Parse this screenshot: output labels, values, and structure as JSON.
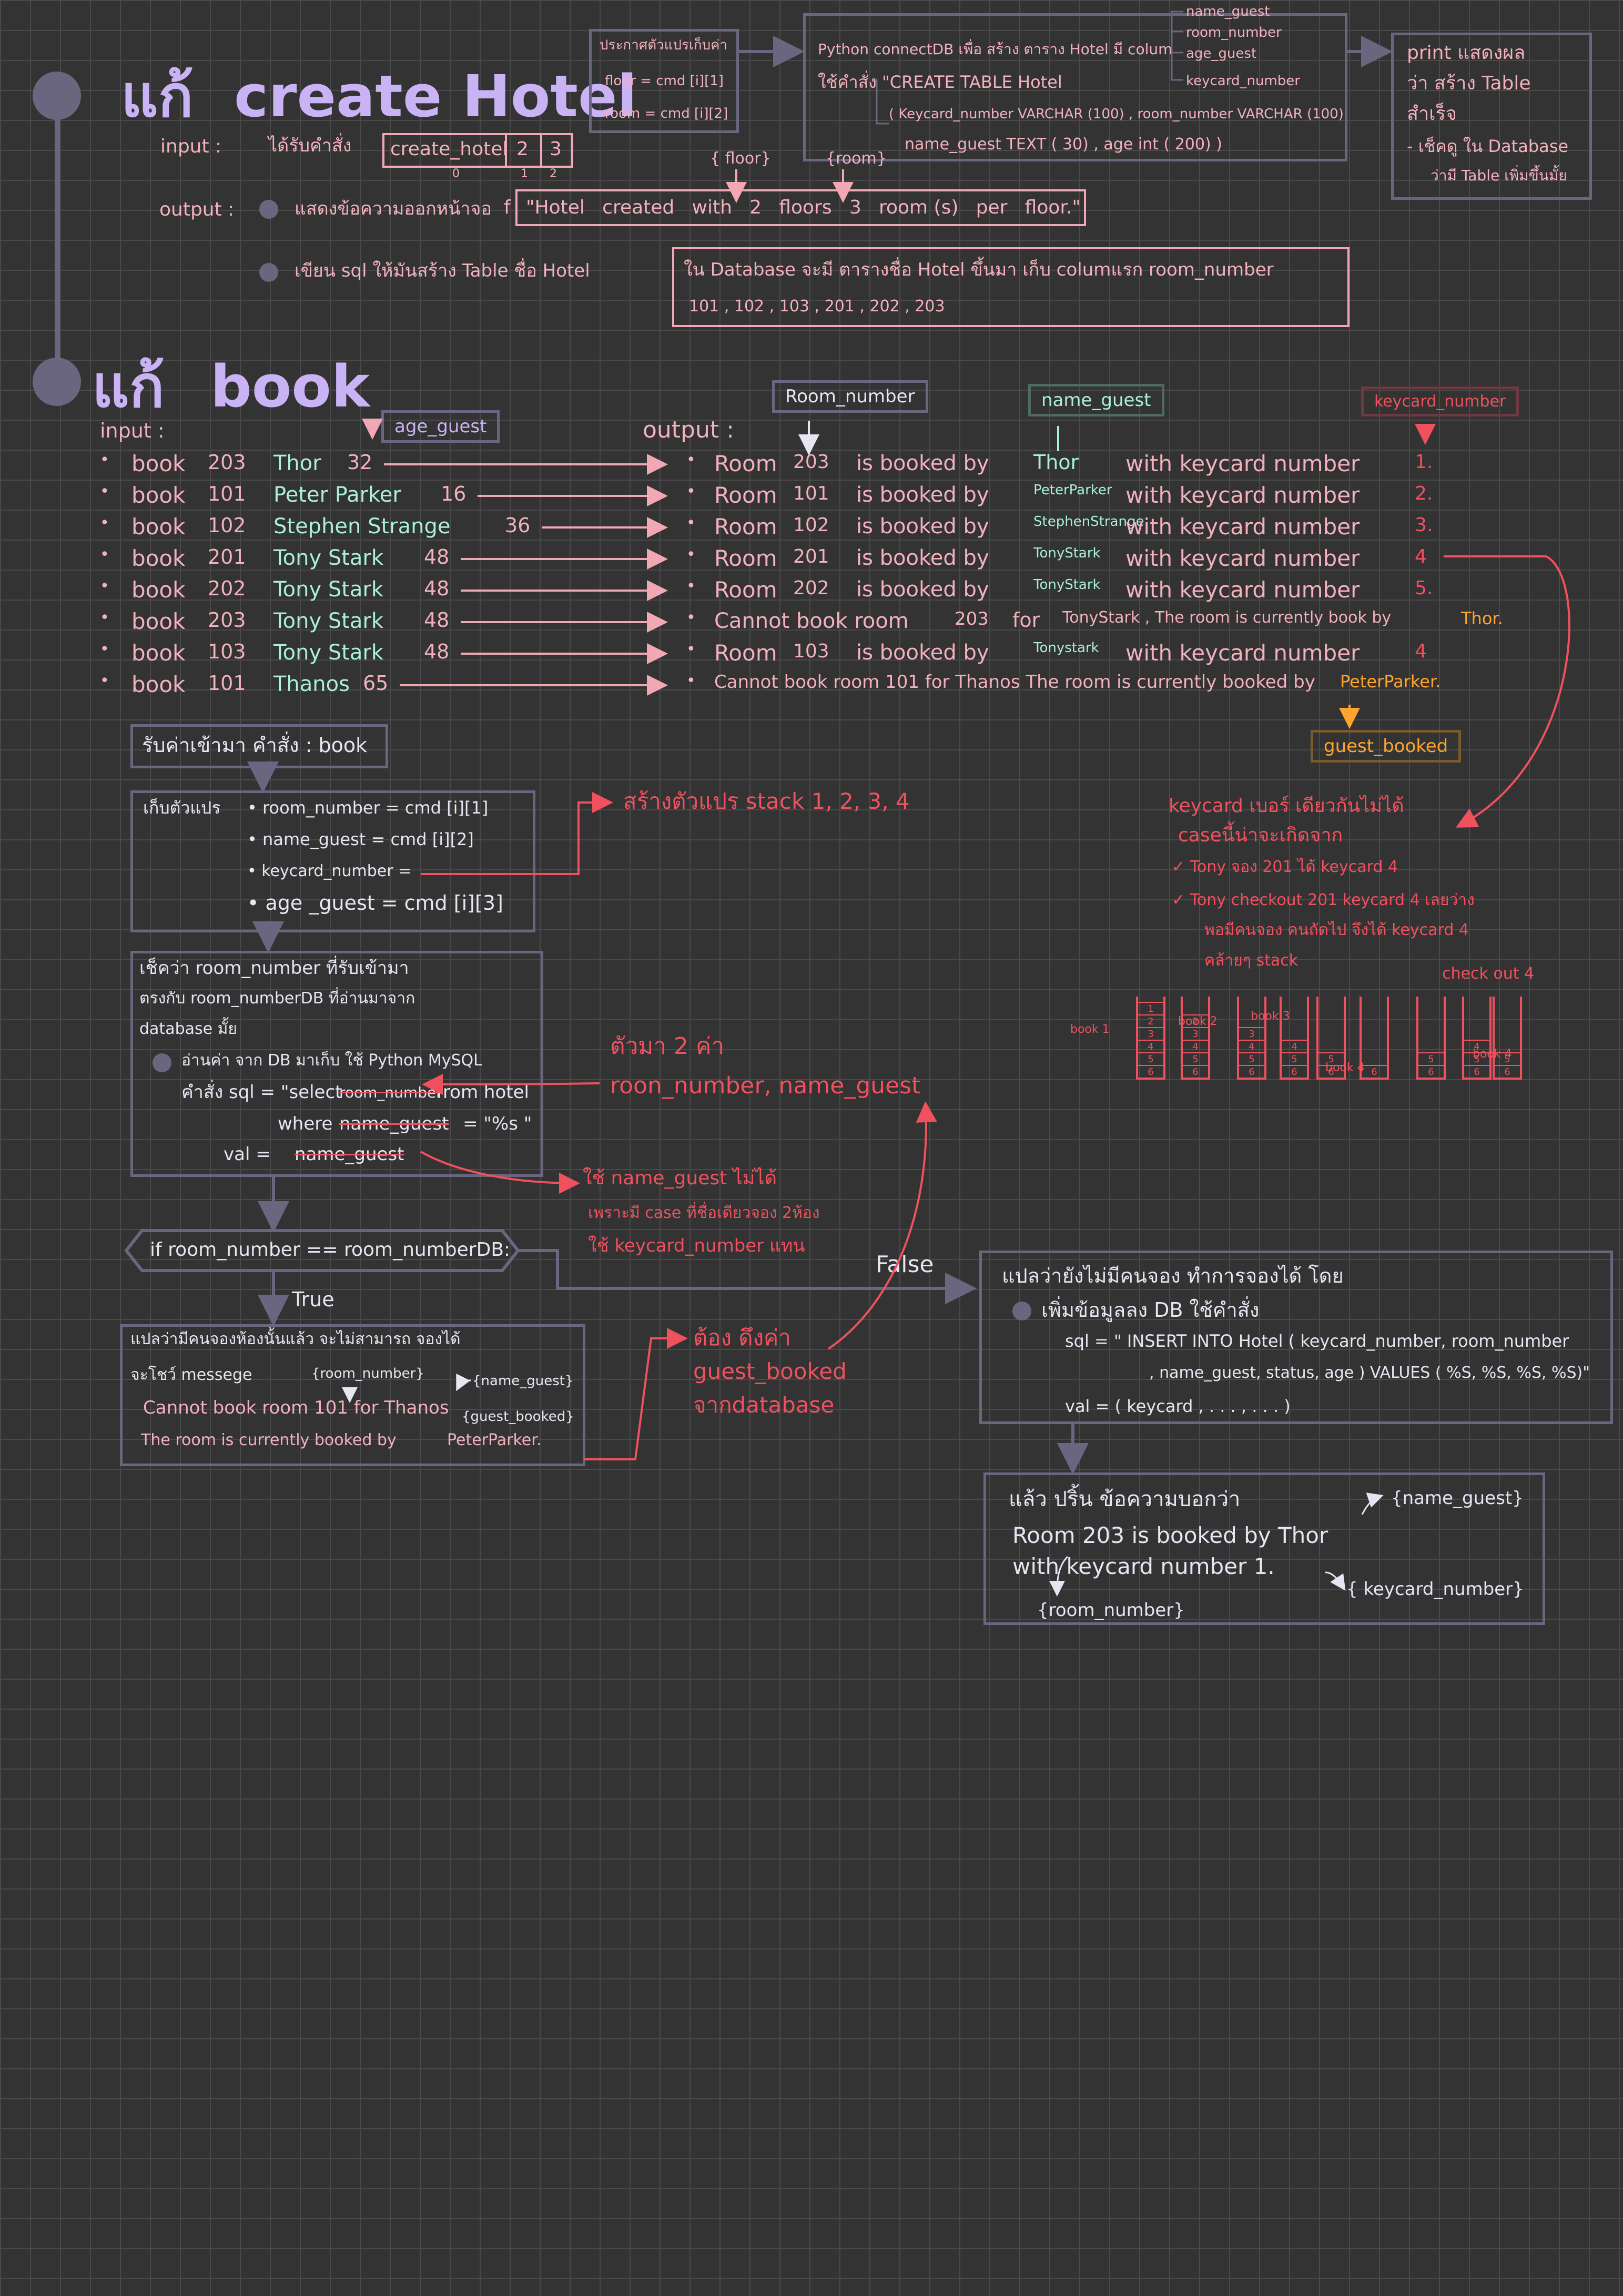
{
  "createHotel": {
    "title_prefix": "แก้",
    "title": "create Hotel",
    "input_label": "input :",
    "input_desc": "ได้รับคำสั่ง",
    "cmd_name": "create_hotel",
    "cmd_arg1": "2",
    "cmd_arg2": "3",
    "idx0": "0",
    "idx1": "1",
    "idx2": "2",
    "var_note": "ประกาศตัวแปรเก็บค่า",
    "floor_var": "floor = cmd [i][1]",
    "room_var": "room = cmd [i][2]",
    "connect_line1": "Python connectDB เพื่อ สร้าง ตาราง Hotel มี colum",
    "connect_line2": "ใช้คำสั่ง \"CREATE TABLE Hotel",
    "connect_line3": "( Keycard_number VARCHAR (100) , room_number VARCHAR (100)",
    "connect_line4": "name_guest TEXT ( 30) , age int ( 200) )",
    "columns": [
      "name_guest",
      "room_number",
      "age_guest",
      "keycard_number"
    ],
    "print_line1": "print แสดงผล",
    "print_line2": "ว่า สร้าง Table",
    "print_line3": "สำเร็จ",
    "print_line4": "- เช็คดู ใน Database",
    "print_line5": "ว่ามี Table เพิ่มขึ้นมั้ย",
    "floor_tag": "{ floor}",
    "room_tag": "{room}",
    "output_label": "output :",
    "output_desc": "แสดงข้อความออกหน้าจอ",
    "fstring_prefix": "f",
    "fstring_words": [
      "\"Hotel",
      "created",
      "with",
      "2",
      "floors",
      "3",
      "room (s)",
      "per",
      "floor.\""
    ],
    "sql_desc": "เขียน sql ให้มันสร้าง Table ชื่อ Hotel",
    "db_line1": "ใน Database จะมี ตารางชื่อ Hotel ขึ้นมา เก็บ columแรก room_number",
    "db_line2": "101 , 102 , 103 , 201 , 202 , 203"
  },
  "book": {
    "title_prefix": "แก้",
    "title": "book",
    "input_label": "input :",
    "age_guest_tag": "age_guest",
    "output_label": "output :",
    "room_number_tag": "Room_number",
    "name_guest_tag": "name_guest",
    "keycard_tag": "keycard_number",
    "inputs": [
      {
        "cmd": "book",
        "room": "203",
        "name": "Thor",
        "age": "32"
      },
      {
        "cmd": "book",
        "room": "101",
        "name": "Peter Parker",
        "age": "16"
      },
      {
        "cmd": "book",
        "room": "102",
        "name": "Stephen Strange",
        "age": "36"
      },
      {
        "cmd": "book",
        "room": "201",
        "name": "Tony Stark",
        "age": "48"
      },
      {
        "cmd": "book",
        "room": "202",
        "name": "Tony Stark",
        "age": "48"
      },
      {
        "cmd": "book",
        "room": "203",
        "name": "Tony Stark",
        "age": "48"
      },
      {
        "cmd": "book",
        "room": "103",
        "name": "Tony Stark",
        "age": "48"
      },
      {
        "cmd": "book",
        "room": "101",
        "name": "Thanos",
        "age": "65"
      }
    ],
    "outputs": [
      {
        "a": "Room",
        "room": "203",
        "b": "is booked by",
        "name": "Thor",
        "c": "with keycard number",
        "k": "1."
      },
      {
        "a": "Room",
        "room": "101",
        "b": "is booked by",
        "name": "PeterParker",
        "c": "with keycard number",
        "k": "2."
      },
      {
        "a": "Room",
        "room": "102",
        "b": "is booked by",
        "name": "StephenStrange",
        "c": "with keycard number",
        "k": "3."
      },
      {
        "a": "Room",
        "room": "201",
        "b": "is booked by",
        "name": "TonyStark",
        "c": "with keycard number",
        "k": "4"
      },
      {
        "a": "Room",
        "room": "202",
        "b": "is booked by",
        "name": "TonyStark",
        "c": "with keycard number",
        "k": "5."
      },
      {
        "a": "Cannot book room",
        "room": "203",
        "b": "for",
        "name": "TonyStark , The room is currently book by",
        "c": "",
        "k": "Thor."
      },
      {
        "a": "Room",
        "room": "103",
        "b": "is booked by",
        "name": "Tonystark",
        "c": "with keycard number",
        "k": "4"
      },
      {
        "a": "Cannot book room 101 for Thanos The room is currently booked by",
        "room": "",
        "b": "",
        "name": "",
        "c": "",
        "k": "PeterParker."
      }
    ],
    "guest_booked_tag": "guest_booked",
    "receive_cmd": "รับค่าเข้ามา คำสั่ง : book",
    "vars_title": "เก็บตัวแปร",
    "vars": [
      "• room_number = cmd [i][1]",
      "• name_guest = cmd [i][2]",
      "• keycard_number =",
      "• age _guest = cmd [i][3]"
    ],
    "stack_note": "สร้างตัวแปร stack 1, 2, 3, 4",
    "check_line1": "เช็คว่า room_number ที่รับเข้ามา",
    "check_line2": "ตรงกับ room_numberDB ที่อ่านมาจาก",
    "check_line3": "database มั้ย",
    "read_line": "อ่านค่า จาก DB มาเก็บ ใช้ Python MySQL",
    "sql_line1": "คำสั่ง sql = \"select",
    "sql_strike1": "room_number",
    "sql_line1b": "from hotel",
    "sql_line2": "where",
    "sql_strike2": "name_guest",
    "sql_line2b": "= \"%s \"",
    "val_line": "val =",
    "val_strike": "name_guest",
    "two_vals1": "ตัวมา 2 ค่า",
    "two_vals2": "roon_number, name_guest",
    "cant_use1": "ใช้ name_guest ไม่ได้",
    "cant_use2": "เพราะมี case ที่ชื่อเดียวจอง 2ห้อง",
    "cant_use3": "ใช้ keycard_number แทน",
    "if_text": "if room_number == room_numberDB:",
    "true_label": "True",
    "false_label": "False",
    "true_line1": "แปลว่ามีคนจองห้องนั้นแล้ว จะไม่สามารถ จองได้",
    "true_line2": "จะโชว์ messege",
    "true_tag_room": "{room_number}",
    "true_tag_name": "{name_guest}",
    "true_tag_booked": "{guest_booked}",
    "true_line3": "Cannot book room 101 for Thanos",
    "true_line4": "The room is currently booked by",
    "true_line4b": "PeterParker.",
    "pull_line1": "ต้อง ดึงค่า",
    "pull_line2": "guest_booked",
    "pull_line3": "จากdatabase",
    "false_line1": "แปลว่ายังไม่มีคนจอง ทำการจองได้ โดย",
    "false_line2": "เพิ่มข้อมูลลง DB ใช้คำสั่ง",
    "false_line3": "sql = \" INSERT INTO Hotel ( keycard_number, room_number",
    "false_line4": ", name_guest, status, age ) VALUES ( %S, %S, %S, %S)\"",
    "false_line5": "val = ( keycard , . . . , . . . )",
    "print_line1": "แล้ว ปริ้น ข้อความบอกว่า",
    "print_tag_name": "{name_guest}",
    "print_line2": "Room 203 is booked by Thor",
    "print_line3": "with keycard number 1.",
    "print_tag_keycard": "{ keycard_number}",
    "print_tag_room": "{room_number}",
    "keycard_note1": "keycard เบอร์ เดียวกันไม่ได้",
    "keycard_note2": "caseนี้น่าจะเกิดจาก",
    "keycard_note3": "✓ Tony จอง 201 ได้ keycard 4",
    "keycard_note4": "✓ Tony checkout 201 keycard 4 เลยว่าง",
    "keycard_note5": "พอมีคนจอง คนถัดไป จึงได้ keycard 4",
    "keycard_note6": "คล้ายๆ stack",
    "stack_labels": [
      "book 1",
      "book 2",
      "book 3",
      "book 4",
      "check out 4",
      "book 4"
    ],
    "stack_cells": [
      "1",
      "2",
      "3",
      "4",
      "5",
      "6"
    ]
  }
}
